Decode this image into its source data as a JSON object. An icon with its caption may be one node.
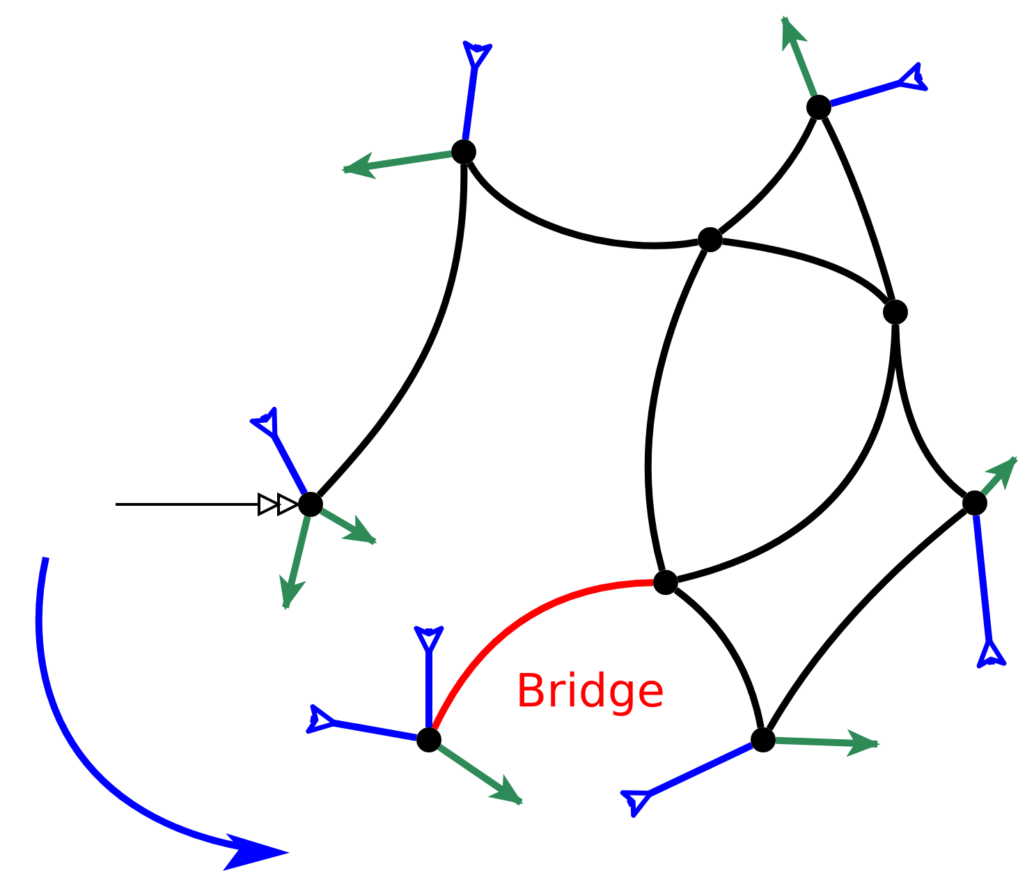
{
  "diagram": {
    "nodes": [
      {
        "text": [],
        "shape": "circle"
      },
      {
        "text": [],
        "shape": "circle"
      },
      {
        "text": [],
        "shape": "circle"
      },
      {
        "text": [],
        "shape": "circle"
      },
      {
        "text": [],
        "shape": "circle"
      },
      {
        "text": [],
        "shape": "circle"
      },
      {
        "text": [],
        "shape": "circle"
      },
      {
        "text": [],
        "shape": "circle"
      },
      {
        "text": [],
        "shape": "circle"
      }
    ],
    "edges": [
      {
        "from": 0,
        "to": 2,
        "arrow": "none"
      },
      {
        "from": 0,
        "to": 4,
        "arrow": "none"
      },
      {
        "from": 2,
        "to": 1,
        "arrow": "none"
      },
      {
        "from": 1,
        "to": 3,
        "arrow": "none"
      },
      {
        "from": 2,
        "to": 3,
        "arrow": "none"
      },
      {
        "from": 2,
        "to": 6,
        "arrow": "none"
      },
      {
        "from": 3,
        "to": 6,
        "arrow": "none"
      },
      {
        "from": 3,
        "to": 5,
        "arrow": "none"
      },
      {
        "from": 5,
        "to": 8,
        "arrow": "none"
      },
      {
        "from": 6,
        "to": 8,
        "arrow": "none"
      },
      {
        "from": 6,
        "to": 7,
        "arrow": "none",
        "label": "Bridge",
        "color": "#ff0000"
      },
      {
        "from": 0,
        "to": null,
        "arrow": "other",
        "color": "#0000ff"
      },
      {
        "from": 1,
        "to": null,
        "arrow": "other",
        "color": "#0000ff"
      },
      {
        "from": 4,
        "to": null,
        "arrow": "other",
        "color": "#0000ff"
      },
      {
        "from": 5,
        "to": null,
        "arrow": "other",
        "color": "#0000ff"
      },
      {
        "from": 7,
        "to": null,
        "arrow": "other",
        "color": "#0000ff"
      },
      {
        "from": 7,
        "to": null,
        "arrow": "other",
        "color": "#0000ff"
      },
      {
        "from": 8,
        "to": null,
        "arrow": "other",
        "color": "#0000ff"
      },
      {
        "from": 0,
        "to": null,
        "arrow": "to",
        "color": "#2e8b57"
      },
      {
        "from": 1,
        "to": null,
        "arrow": "to",
        "color": "#2e8b57"
      },
      {
        "from": 4,
        "to": null,
        "arrow": "to",
        "color": "#2e8b57"
      },
      {
        "from": 4,
        "to": null,
        "arrow": "to",
        "color": "#2e8b57"
      },
      {
        "from": 5,
        "to": null,
        "arrow": "to",
        "color": "#2e8b57"
      },
      {
        "from": 7,
        "to": null,
        "arrow": "to",
        "color": "#2e8b57"
      },
      {
        "from": 8,
        "to": null,
        "arrow": "to",
        "color": "#2e8b57"
      },
      {
        "from": null,
        "to": 4,
        "arrow": "to"
      }
    ]
  }
}
